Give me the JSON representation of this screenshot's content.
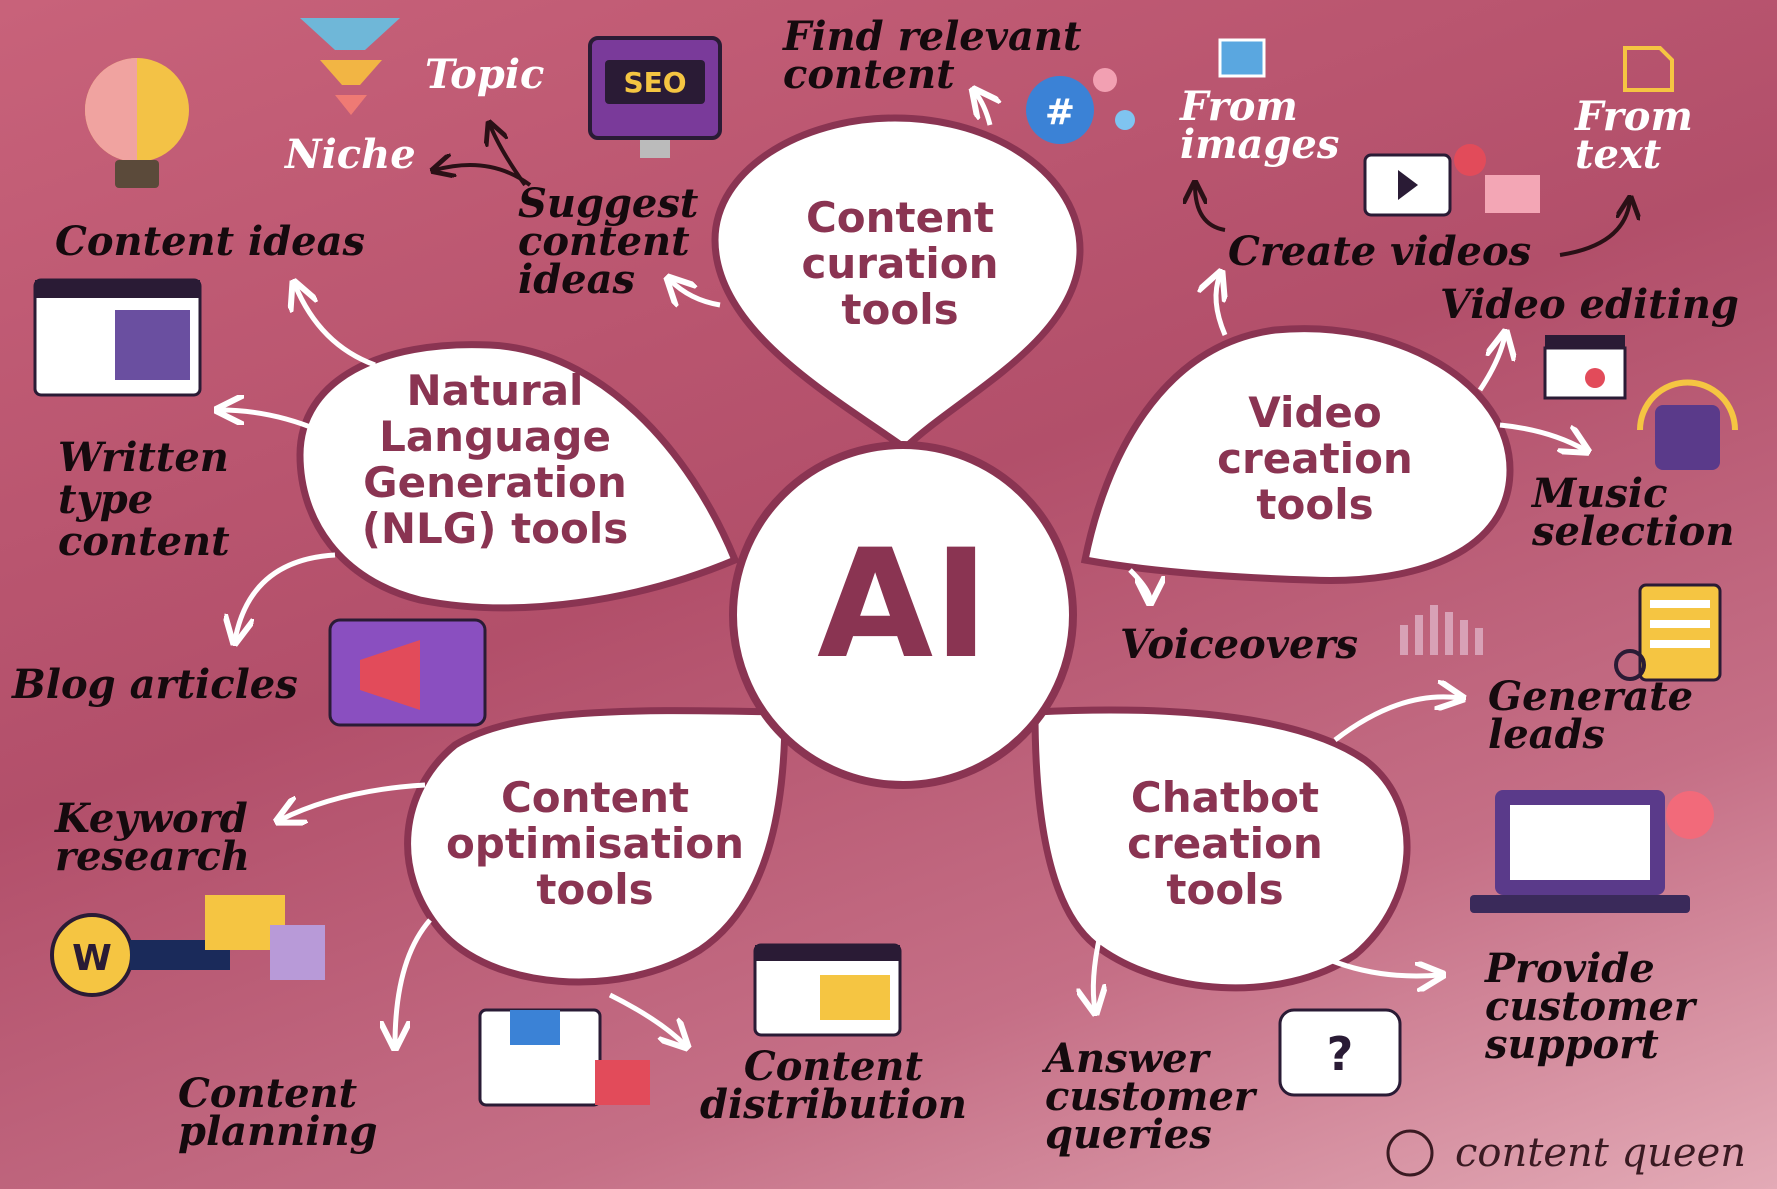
{
  "center": {
    "label": "AI"
  },
  "petals": {
    "curation": [
      "Content",
      "curation",
      "tools"
    ],
    "nlg": [
      "Natural",
      "Language",
      "Generation",
      "(NLG) tools"
    ],
    "video": [
      "Video",
      "creation",
      "tools"
    ],
    "optimisation": [
      "Content",
      "optimisation",
      "tools"
    ],
    "chatbot": [
      "Chatbot",
      "creation",
      "tools"
    ]
  },
  "labels": {
    "topic": "Topic",
    "niche": "Niche",
    "suggest": [
      "Suggest",
      "content",
      "ideas"
    ],
    "find": [
      "Find relevant",
      "content"
    ],
    "from_images": [
      "From",
      "images"
    ],
    "from_text": [
      "From",
      "text"
    ],
    "create_videos": "Create videos",
    "video_editing": "Video editing",
    "music": [
      "Music",
      "selection"
    ],
    "voiceovers": "Voiceovers",
    "generate_leads": [
      "Generate",
      "leads"
    ],
    "support": [
      "Provide",
      "customer",
      "support"
    ],
    "queries": [
      "Answer",
      "customer",
      "queries"
    ],
    "distribution": [
      "Content",
      "distribution"
    ],
    "planning": [
      "Content",
      "planning"
    ],
    "keyword": [
      "Keyword",
      "research"
    ],
    "blog": "Blog articles",
    "written": [
      "Written",
      "type",
      "content"
    ],
    "content_ideas": "Content ideas"
  },
  "icons": {
    "seo_badge": "SEO",
    "hashtag": "#",
    "keyword_w": "W",
    "question": "?"
  },
  "brand": "content queen",
  "colors": {
    "petal_fill": "#ffffff",
    "petal_stroke": "#8a3452",
    "petal_text": "#8a3452",
    "label_text": "#150a0e"
  }
}
